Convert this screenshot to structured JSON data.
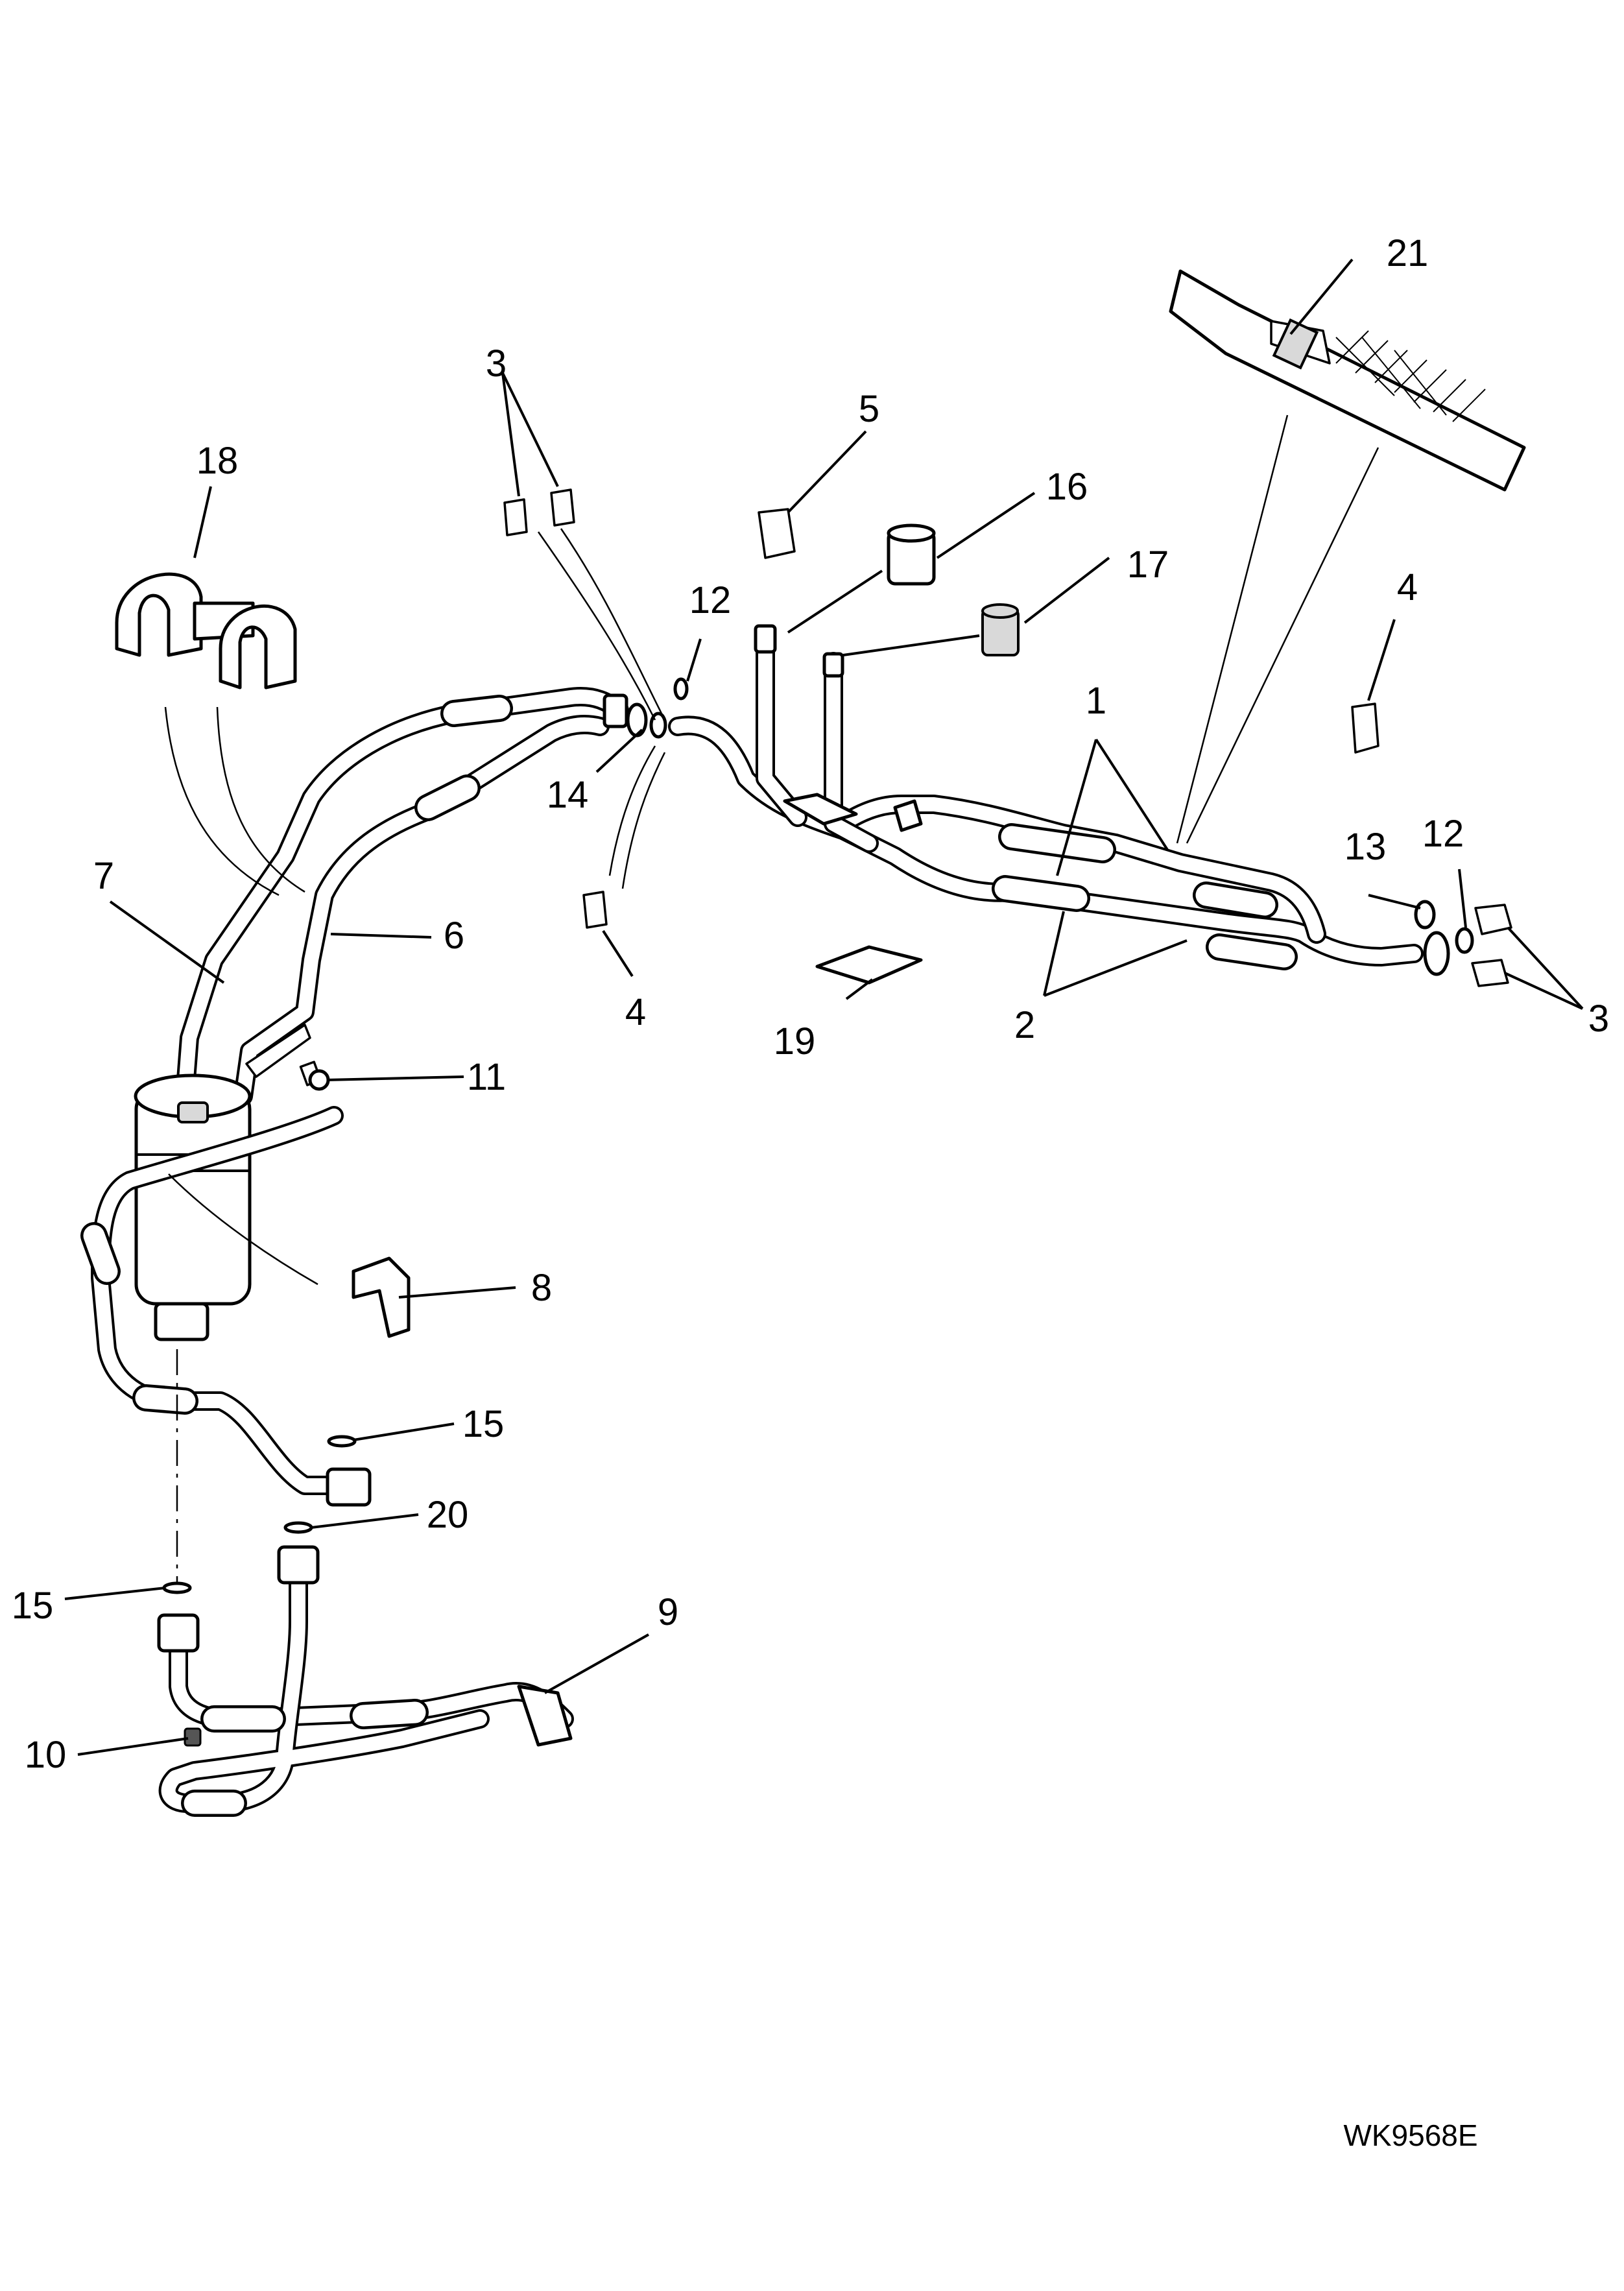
{
  "figure_code": "WK9568E",
  "callouts": {
    "c1": "1",
    "c2": "2",
    "c3a": "3",
    "c3b": "3",
    "c4a": "4",
    "c4b": "4",
    "c5": "5",
    "c6": "6",
    "c7": "7",
    "c8": "8",
    "c9": "9",
    "c10": "10",
    "c11": "11",
    "c12a": "12",
    "c12b": "12",
    "c13": "13",
    "c14": "14",
    "c15a": "15",
    "c15b": "15",
    "c16": "16",
    "c17": "17",
    "c18": "18",
    "c19": "19",
    "c20": "20",
    "c21": "21"
  }
}
